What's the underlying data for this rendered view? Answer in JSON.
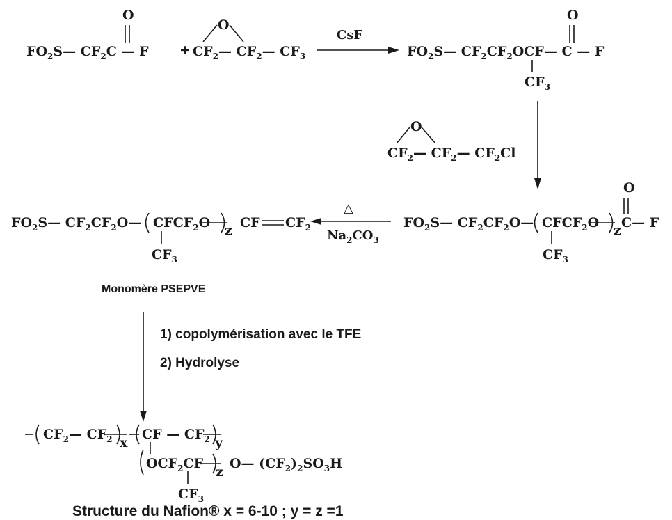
{
  "reactions": {
    "reactant1": {
      "p1": "FO",
      "s1": "2",
      "p2": "S— CF",
      "s2": "2",
      "p3": "C — F",
      "o": "O"
    },
    "plus": "+",
    "reactant2": {
      "o": "O",
      "p1": "CF",
      "s1": "2",
      "p2": "— CF",
      "s2": "2",
      "p3": "— CF",
      "s3": "3"
    },
    "step1_reagent": "CsF",
    "intermediate1": {
      "p1": "FO",
      "s1": "2",
      "p2": "S— CF",
      "s2": "2",
      "p3": "CF",
      "s3": "2",
      "p4": "OCF—  C — F",
      "o": "O",
      "branch_a": "CF",
      "branch_b": "3"
    },
    "step2_reagent": {
      "o": "O",
      "p1": "CF",
      "s1": "2",
      "p2": "— CF",
      "s2": "2",
      "p3": "— CF",
      "s3": "2",
      "p4": "Cl"
    },
    "intermediate2": {
      "p1": "FO",
      "s1": "2",
      "p2": "S— CF",
      "s2": "2",
      "p3": "CF",
      "s3": "2",
      "p4": "O—",
      "p5": "CFCF",
      "s5": "2",
      "p6": "O",
      "z": "z",
      "p7": "C— F",
      "o": "O",
      "branch_a": "CF",
      "branch_b": "3"
    },
    "step3_reagent_top": "△",
    "step3_reagent_bottom": {
      "a": "Na",
      "b": "2",
      "c": "CO",
      "d": "3"
    },
    "monomer": {
      "p1": "FO",
      "s1": "2",
      "p2": "S— CF",
      "s2": "2",
      "p3": "CF",
      "s3": "2",
      "p4": "O—",
      "p5": "CFCF",
      "s5": "2",
      "p6": "O",
      "z": "z",
      "p7": "CF",
      "p8": "CF",
      "s8": "2",
      "branch_a": "CF",
      "branch_b": "3"
    },
    "monomer_label": "Monomère PSEPVE",
    "step4_line1": "1) copolymérisation avec le TFE",
    "step4_line2": "2) Hydrolyse",
    "polymer": {
      "c1": "CF",
      "s1": "2",
      "c2": "— CF",
      "s2": "2",
      "x": "x",
      "c3": "CF — CF",
      "s3": "2",
      "y": "y",
      "c4": "OCF",
      "s4": "2",
      "c5": "CF",
      "z": "z",
      "c6": "O— (CF",
      "s6": "2",
      "c7": ")",
      "s7": "2",
      "c8": "SO",
      "s8": "3",
      "c9": "H",
      "branch_a": "CF",
      "branch_b": "3"
    },
    "polymer_label": "Structure du Nafion® x = 6-10 ; y = z =1"
  }
}
